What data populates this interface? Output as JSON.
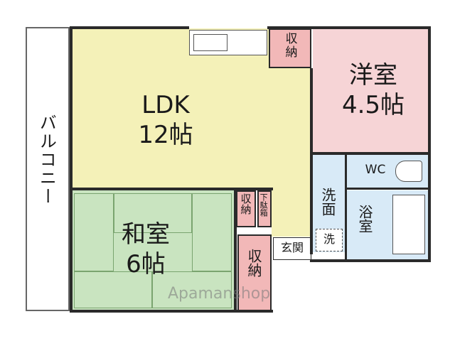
{
  "plan": {
    "colors": {
      "ldk": "#f4f1b8",
      "washitsu": "#c9e4c0",
      "youshitsu": "#f6d4d6",
      "wet_area": "#d8eaf7",
      "storage": "#f2b8b8",
      "balcony": "#ffffff",
      "wall": "#2a2a2a"
    },
    "rooms": {
      "ldk": {
        "name": "LDK",
        "size": "12帖"
      },
      "washitsu": {
        "name": "和室",
        "size": "6帖"
      },
      "youshitsu": {
        "name": "洋室",
        "size": "4.5帖"
      },
      "balcony": {
        "name": "バルコニー"
      },
      "wc": {
        "name": "WC"
      },
      "senmen": {
        "name": "洗面"
      },
      "yokushitsu": {
        "name": "浴室"
      },
      "genkan": {
        "name": "玄関"
      },
      "storage_top": {
        "name": "収納"
      },
      "storage_mid": {
        "name": "収納"
      },
      "getabako": {
        "name": "下駄箱"
      },
      "storage_bottom": {
        "name": "収納"
      },
      "washer": {
        "name": "洗"
      }
    },
    "watermark": "Apamanshop"
  }
}
